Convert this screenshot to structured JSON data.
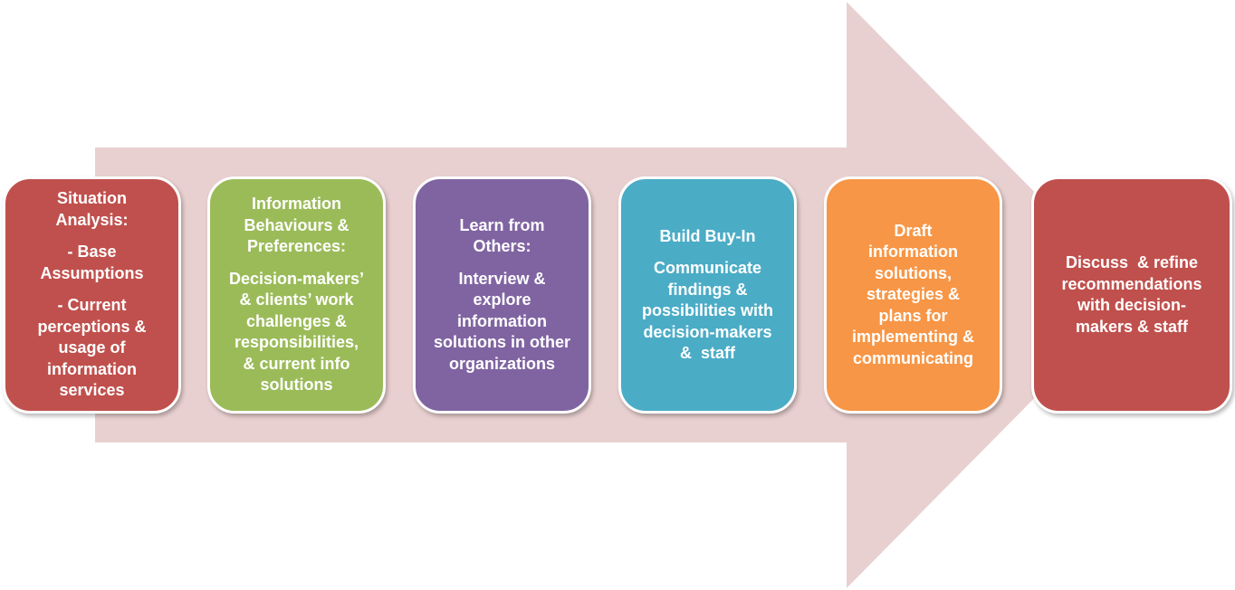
{
  "colors": {
    "arrow": "#E9D0D0",
    "step1": "#C0504D",
    "step2": "#9BBB59",
    "step3": "#8064A2",
    "step4": "#4BACC6",
    "step5": "#F79646",
    "step6": "#C0504D"
  },
  "steps": [
    {
      "groups": [
        [
          "Situation",
          "Analysis:"
        ],
        [
          "- Base",
          "Assumptions"
        ],
        [
          "- Current",
          "perceptions &",
          "usage of",
          "information",
          "services"
        ]
      ]
    },
    {
      "groups": [
        [
          "Information",
          "Behaviours &",
          "Preferences:"
        ],
        [
          "Decision-makers’",
          "& clients’ work",
          "challenges &",
          "responsibilities,",
          "& current info",
          "solutions"
        ]
      ]
    },
    {
      "groups": [
        [
          "Learn from",
          "Others:"
        ],
        [
          "Interview &",
          "explore",
          "information",
          "solutions in other",
          "organizations"
        ]
      ]
    },
    {
      "groups": [
        [
          "Build Buy-In"
        ],
        [
          "Communicate",
          "findings &",
          "possibilities with",
          "decision-makers",
          "&  staff"
        ]
      ]
    },
    {
      "groups": [
        [
          "Draft",
          "information",
          "solutions,",
          "strategies &",
          "plans for",
          "implementing &",
          "communicating"
        ]
      ]
    },
    {
      "groups": [
        [
          "Discuss  & refine",
          "recommendations",
          "with decision-",
          "makers & staff"
        ]
      ]
    }
  ]
}
